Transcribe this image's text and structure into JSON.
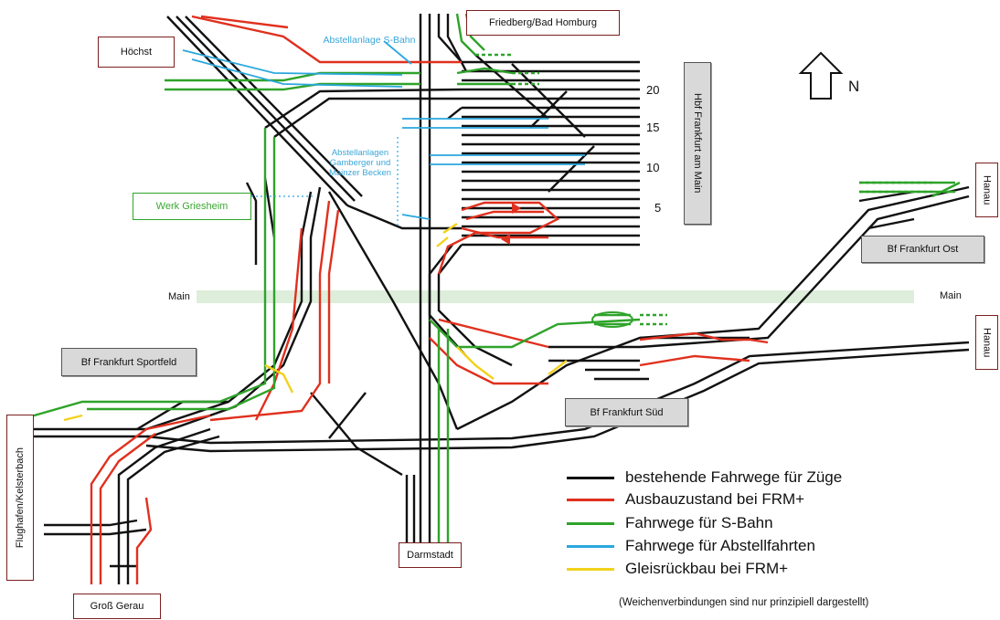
{
  "stations": {
    "friedberg": "Friedberg/Bad Homburg",
    "hoechst": "Höchst",
    "hbf": "Hbf Frankfurt am Main",
    "hanau_top": "Hanau",
    "bf_ost": "Bf Frankfurt Ost",
    "hanau_mid": "Hanau",
    "sportfeld": "Bf Frankfurt Sportfeld",
    "sued": "Bf Frankfurt Süd",
    "flughafen": "Flughafen/Kelsterbach",
    "gross_gerau": "Groß Gerau",
    "darmstadt": "Darmstadt"
  },
  "labels": {
    "abstellanlage": "Abstellanlage S-Bahn",
    "abstellanlagen": "Abstellanlagen Gamberger und Mainzer Becken",
    "werk": "Werk Griesheim",
    "main_left": "Main",
    "main_right": "Main",
    "north": "N"
  },
  "tracks": [
    "20",
    "15",
    "10",
    "5"
  ],
  "legend": [
    {
      "color": "#111111",
      "text": "bestehende Fahrwege für Züge"
    },
    {
      "color": "#e0301e",
      "text": "Ausbauzustand bei FRM+"
    },
    {
      "color": "#2fa32a",
      "text": "Fahrwege für S-Bahn"
    },
    {
      "color": "#2aa7de",
      "text": "Fahrwege für Abstellfahrten"
    },
    {
      "color": "#f2d21b",
      "text": "Gleisrückbau bei FRM+"
    }
  ],
  "note": "(Weichenverbindungen sind nur prinzipiell dargestellt)"
}
